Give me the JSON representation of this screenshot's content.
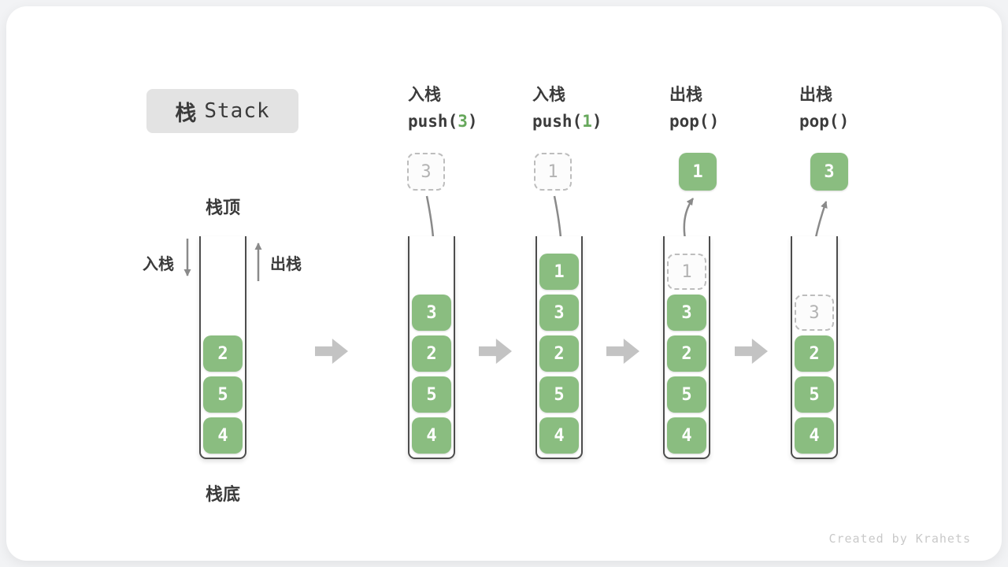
{
  "title": {
    "zh": "栈",
    "en": "Stack"
  },
  "labels": {
    "stack_top": "栈顶",
    "stack_bottom": "栈底",
    "push_side": "入栈",
    "pop_side": "出栈"
  },
  "operations": [
    {
      "label": "入栈",
      "pre": "push(",
      "arg": "3",
      "post": ")"
    },
    {
      "label": "入栈",
      "pre": "push(",
      "arg": "1",
      "post": ")"
    },
    {
      "label": "出栈",
      "pre": "pop(",
      "arg": "",
      "post": ")"
    },
    {
      "label": "出栈",
      "pre": "pop(",
      "arg": "",
      "post": ")"
    }
  ],
  "floating_cells": [
    {
      "value": "3",
      "style": "dashed"
    },
    {
      "value": "1",
      "style": "dashed"
    },
    {
      "value": "1",
      "style": "solid"
    },
    {
      "value": "3",
      "style": "solid"
    }
  ],
  "stacks": [
    {
      "cells": [
        {
          "value": "2",
          "style": "solid"
        },
        {
          "value": "5",
          "style": "solid"
        },
        {
          "value": "4",
          "style": "solid"
        }
      ]
    },
    {
      "cells": [
        {
          "value": "3",
          "style": "solid"
        },
        {
          "value": "2",
          "style": "solid"
        },
        {
          "value": "5",
          "style": "solid"
        },
        {
          "value": "4",
          "style": "solid"
        }
      ]
    },
    {
      "cells": [
        {
          "value": "1",
          "style": "solid"
        },
        {
          "value": "3",
          "style": "solid"
        },
        {
          "value": "2",
          "style": "solid"
        },
        {
          "value": "5",
          "style": "solid"
        },
        {
          "value": "4",
          "style": "solid"
        }
      ]
    },
    {
      "cells": [
        {
          "value": "1",
          "style": "dashed"
        },
        {
          "value": "3",
          "style": "solid"
        },
        {
          "value": "2",
          "style": "solid"
        },
        {
          "value": "5",
          "style": "solid"
        },
        {
          "value": "4",
          "style": "solid"
        }
      ]
    },
    {
      "cells": [
        {
          "value": "3",
          "style": "dashed"
        },
        {
          "value": "2",
          "style": "solid"
        },
        {
          "value": "5",
          "style": "solid"
        },
        {
          "value": "4",
          "style": "solid"
        }
      ]
    }
  ],
  "watermark": "Created by Krahets",
  "colors": {
    "cell_green": "#8ABD80",
    "code_arg_green": "#67A85C",
    "arrow_gray": "#8A8A8A",
    "block_arrow_gray": "#C3C3C3",
    "wall_gray": "#4D4D4D",
    "titlebox_bg": "#E3E3E3"
  }
}
